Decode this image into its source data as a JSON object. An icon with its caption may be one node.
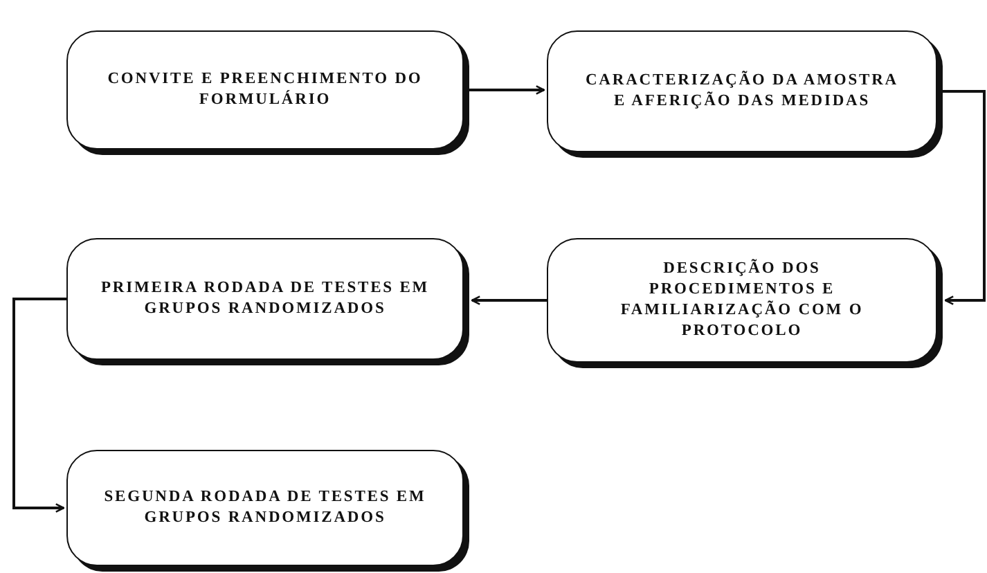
{
  "diagram": {
    "nodes": [
      {
        "text": [
          "CONVITE E PREENCHIMENTO DO FORMULÁRIO"
        ]
      },
      {
        "text": [
          "CARACTERIZAÇÃO DA AMOSTRA E AFERIÇÃO DAS MEDIDAS"
        ]
      },
      {
        "text": [
          "DESCRIÇÃO DOS PROCEDIMENTOS E FAMILIARIZAÇÃO COM O PROTOCOLO"
        ]
      },
      {
        "text": [
          "PRIMEIRA RODADA DE TESTES EM GRUPOS RANDOMIZADOS"
        ]
      },
      {
        "text": [
          "SEGUNDA RODADA DE TESTES EM GRUPOS RANDOMIZADOS"
        ]
      }
    ],
    "edges": [
      {
        "from": 0,
        "to": 1,
        "arrow": "to"
      },
      {
        "from": 1,
        "to": 2,
        "arrow": "to"
      },
      {
        "from": 2,
        "to": 3,
        "arrow": "to"
      },
      {
        "from": 3,
        "to": 4,
        "arrow": "to"
      }
    ]
  }
}
